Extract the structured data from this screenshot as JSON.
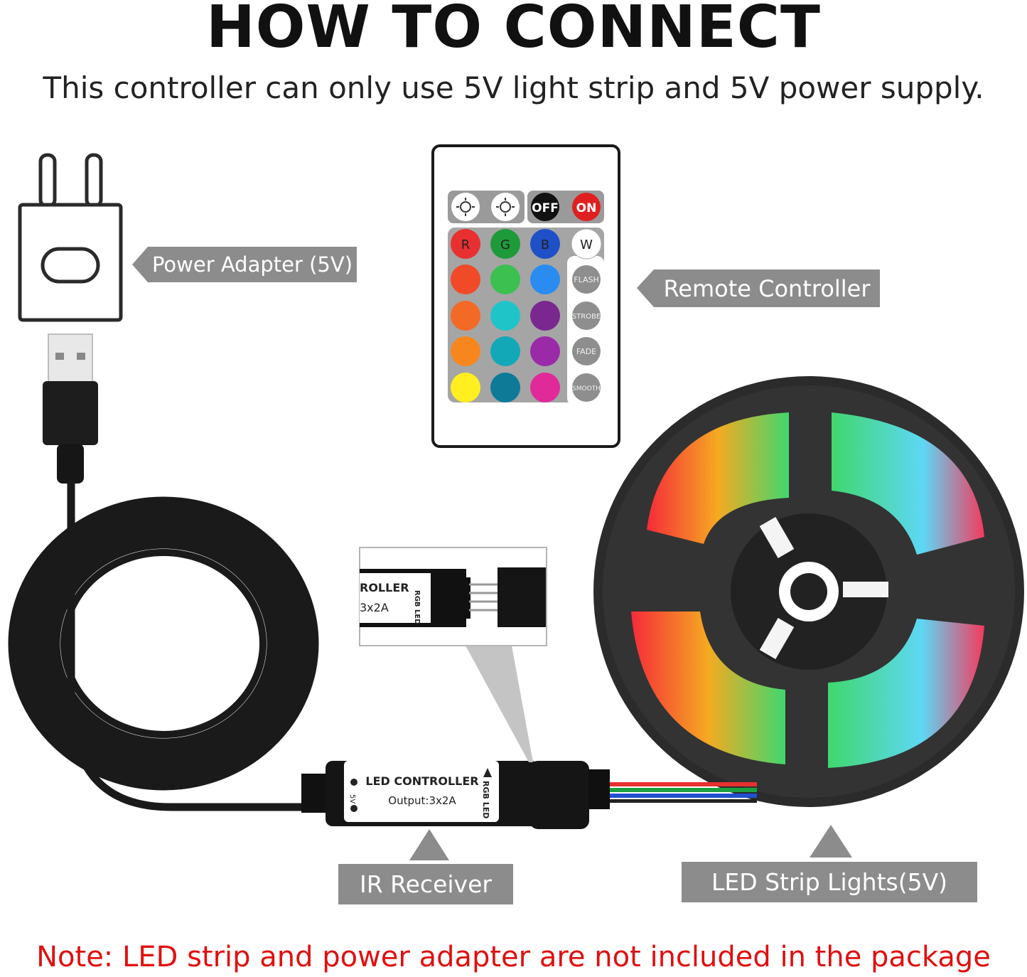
{
  "header": {
    "title": "HOW TO CONNECT",
    "subtitle": "This controller can only use 5V light strip and 5V power supply."
  },
  "labels": {
    "power_adapter": "Power Adapter (5V)",
    "remote_controller": "Remote Controller",
    "ir_receiver": "IR Receiver",
    "led_strip": "LED Strip Lights(5V)"
  },
  "remote": {
    "off": "OFF",
    "on": "ON",
    "r": "R",
    "g": "G",
    "b": "B",
    "w": "W",
    "flash": "FLASH",
    "strobe": "STROBE",
    "fade": "FADE",
    "smooth": "SMOOTH"
  },
  "controller": {
    "line1": "LED CONTROLLER",
    "line2": "Output:3x2A",
    "side": "RGB LED",
    "volt": "5V",
    "zoom_line1": "ROLLER",
    "zoom_line2": "3x2A"
  },
  "note": "Note: LED strip and power adapter are not included in the package",
  "colors": {
    "label_bg": "#8c8c8c",
    "note_red": "#e01010",
    "title": "#111111"
  }
}
